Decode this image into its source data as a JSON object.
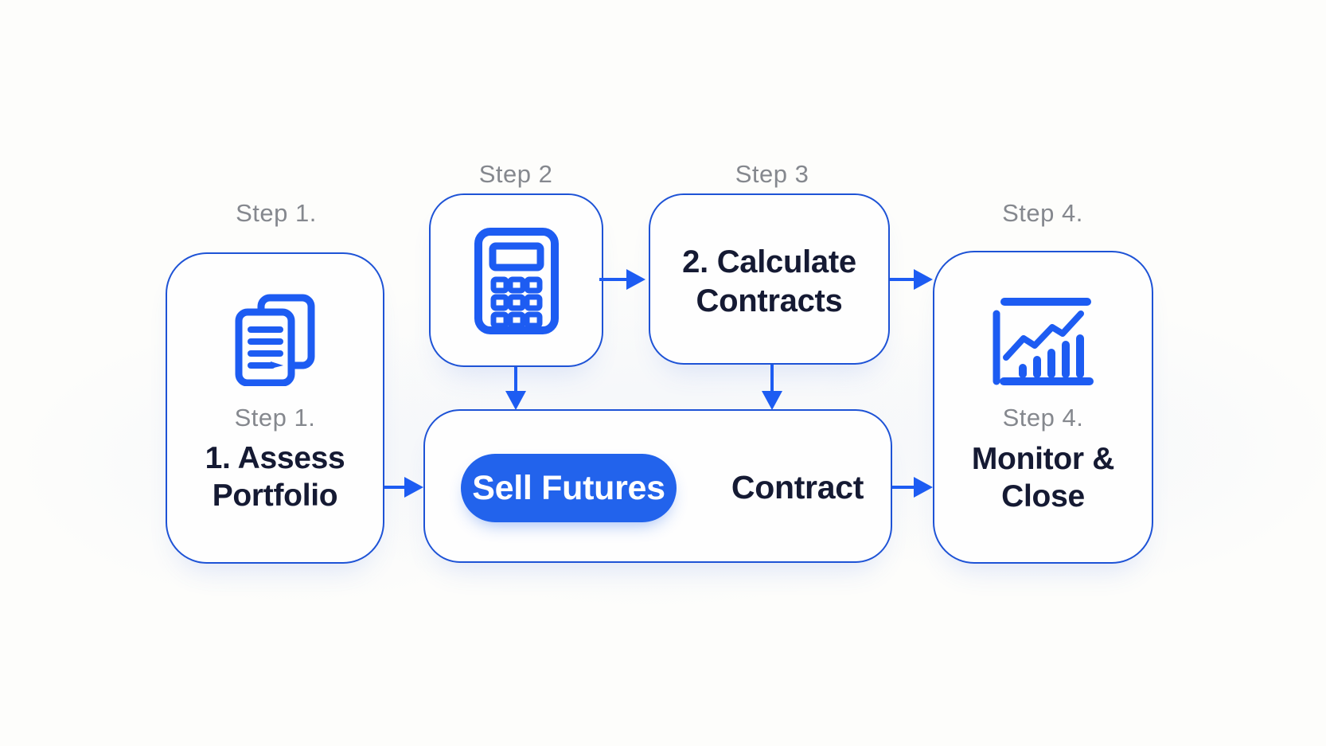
{
  "colors": {
    "node_border": "#1e53d6",
    "accent_blue": "#1d5cf2",
    "pill_blue": "#2263ec",
    "dark_text": "#151a33",
    "gray_label": "#85888e",
    "background": "#fdfdfb"
  },
  "step1": {
    "outer_label": "Step 1.",
    "inner_label": "Step 1.",
    "title": "1. Assess Portfolio",
    "icon": "documents-icon"
  },
  "step2": {
    "outer_label": "Step 2",
    "icon": "calculator-icon"
  },
  "step3": {
    "outer_label": "Step 3",
    "title": "2. Calculate Contracts"
  },
  "step4": {
    "outer_label": "Step 4.",
    "inner_label": "Step 4.",
    "title": "Monitor & Close",
    "icon": "bar-chart-icon"
  },
  "action": {
    "button_label": "Sell Futures",
    "suffix_label": "Contract"
  }
}
